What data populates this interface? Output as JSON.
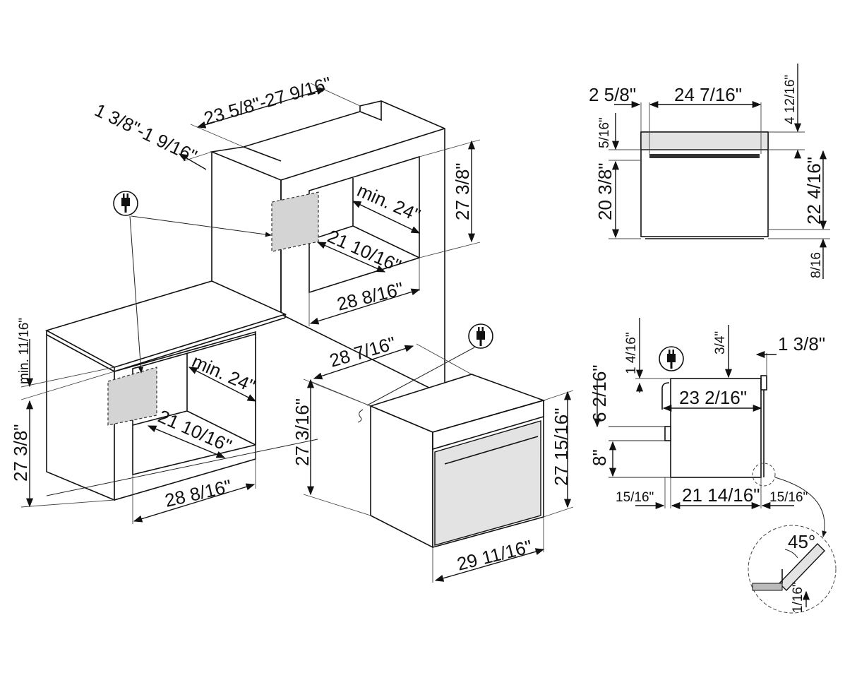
{
  "dimensions": {
    "cabinet_width": "23 5/8\"-27 9/16\"",
    "cabinet_depth": "1 3/8\"-1 9/16\"",
    "niche_height_tall": "27 3/8\"",
    "niche_depth_tall": "min. 24\"",
    "niche_inner_tall": "21 10/16\"",
    "niche_width_tall": "28 8/16\"",
    "counter_gap": "min. 11/16\"",
    "niche_height_under": "27 3/8\"",
    "niche_depth_under": "min. 24\"",
    "niche_inner_under": "21 10/16\"",
    "niche_width_under": "28 8/16\"",
    "oven_top_depth": "28 7/16\"",
    "oven_side_height": "27 3/16\"",
    "oven_front_height": "27 15/16\"",
    "oven_front_width": "29 11/16\"",
    "front_left": "2 5/8\"",
    "front_width": "24 7/16\"",
    "front_top": "4 12/16\"",
    "front_band": "5/16\"",
    "front_height_left": "20 3/8\"",
    "front_height_right": "22 4/16\"",
    "front_bottom": "8/16",
    "side_a": "1 4/16\"",
    "side_b": "3/4\"",
    "side_c": "1 3/8\"",
    "side_d": "6 2/16\"",
    "side_e": "23 2/16\"",
    "side_f": "8\"",
    "side_g": "15/16\"",
    "side_h": "21 14/16\"",
    "side_i": "15/16\"",
    "detail_angle": "45°",
    "detail_gap": "1/16\""
  },
  "icons": [
    "plug-icon",
    "plug-icon",
    "plug-icon"
  ]
}
